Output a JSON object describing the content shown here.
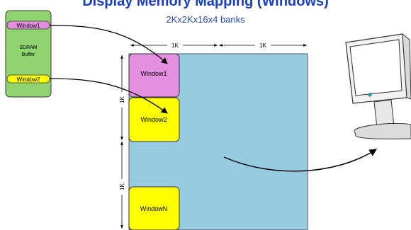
{
  "title_partial": "Display Memory Mapping (Windows)",
  "subtitle": "2Kx2Kx16x4 banks",
  "sdram": {
    "label_line1": "SDRAM",
    "label_line2": "Buffer",
    "slot_top": "Window1",
    "slot_bottom": "Window2"
  },
  "dims": {
    "top_left": "1K",
    "top_right": "1K",
    "side_upper": "1K",
    "side_lower": "1K"
  },
  "windows": {
    "w1": "Window1",
    "w2": "Window2",
    "wn": "WindowN"
  },
  "colors": {
    "memory_area": "#97cbe2",
    "sdram_box": "#8fd46e",
    "window_pink": "#e48fe0",
    "window_yellow": "#ffff00",
    "title_blue": "#1a3fbf",
    "subtitle_blue": "#2a4aa8"
  }
}
